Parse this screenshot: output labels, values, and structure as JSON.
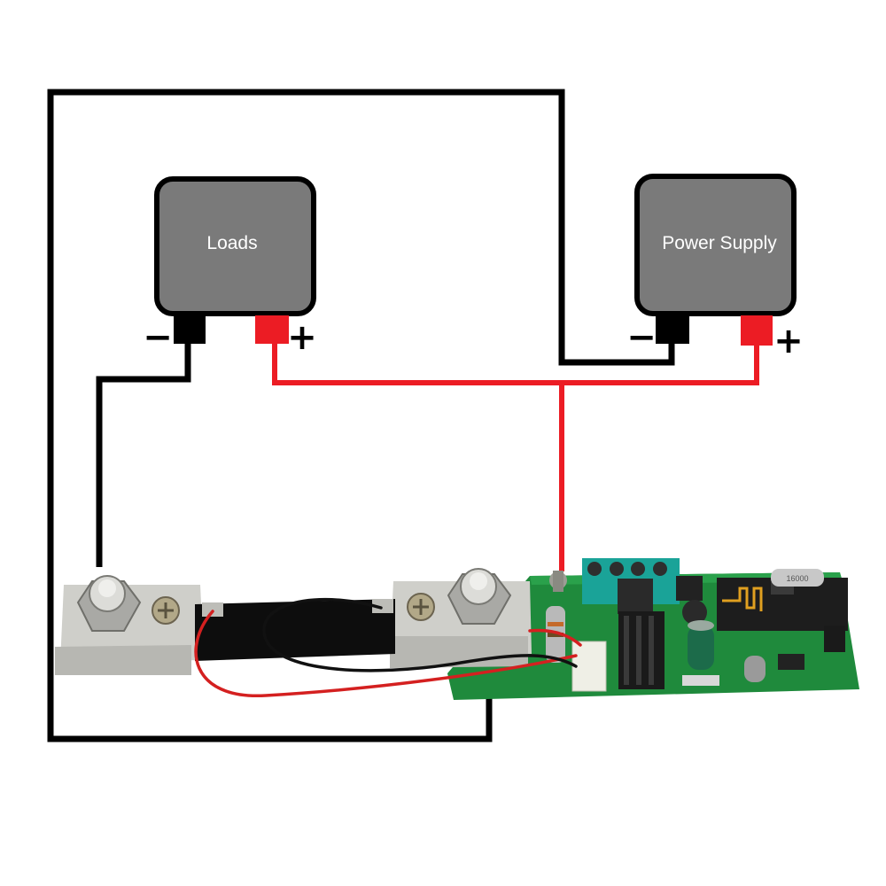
{
  "boxes": {
    "loads": {
      "label": "Loads"
    },
    "power_supply": {
      "label": "Power Supply"
    }
  },
  "terminal_signs": {
    "minus": "−",
    "plus": "+"
  },
  "board": {
    "crystal_marking": "16000"
  },
  "colors": {
    "box_fill": "#7a7a7a",
    "box_border": "#000000",
    "negative_wire": "#000000",
    "positive_wire": "#ec1c24",
    "pcb": "#1f8a3c",
    "shunt_metal": "#c9c9c4"
  }
}
